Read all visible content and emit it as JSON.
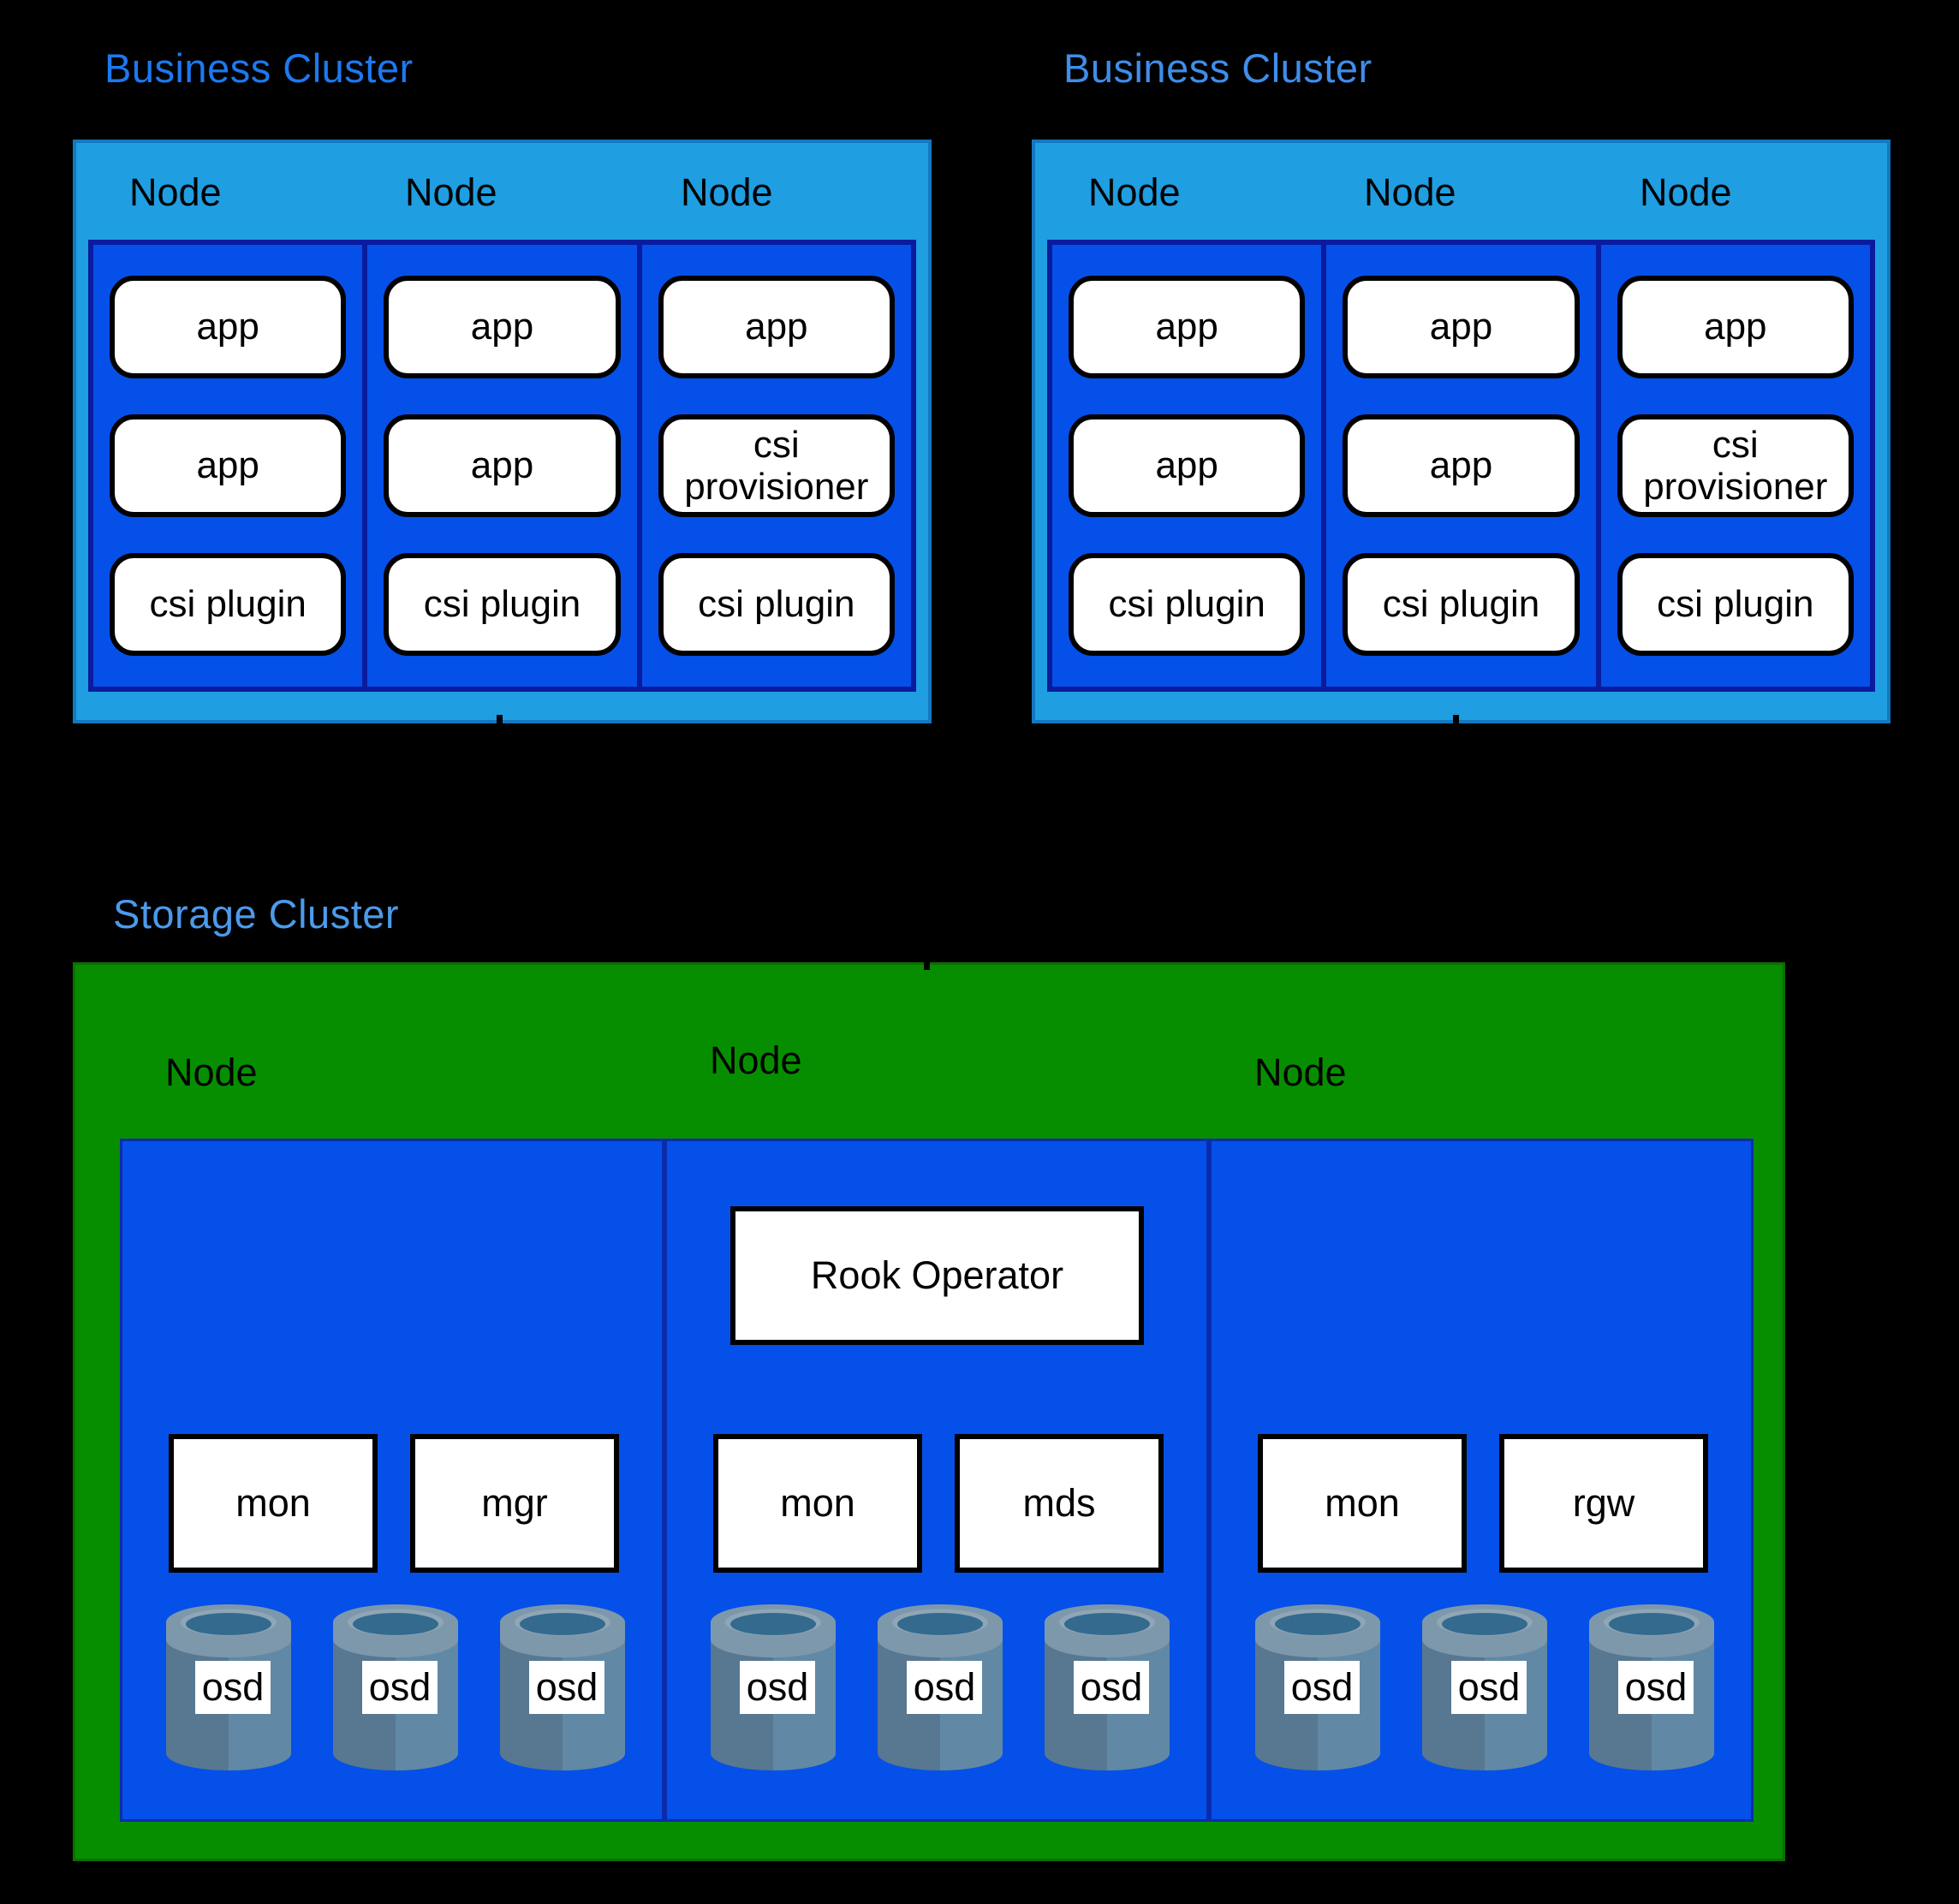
{
  "business_clusters": {
    "bc1": {
      "title": "Business Cluster",
      "nodes": [
        {
          "label": "Node",
          "pods": [
            "app",
            "app",
            "csi plugin"
          ]
        },
        {
          "label": "Node",
          "pods": [
            "app",
            "app",
            "csi plugin"
          ]
        },
        {
          "label": "Node",
          "pods": [
            "app",
            "csi provisioner",
            "csi plugin"
          ]
        }
      ]
    },
    "bc2": {
      "title": "Business Cluster",
      "nodes": [
        {
          "label": "Node",
          "pods": [
            "app",
            "app",
            "csi plugin"
          ]
        },
        {
          "label": "Node",
          "pods": [
            "app",
            "app",
            "csi plugin"
          ]
        },
        {
          "label": "Node",
          "pods": [
            "app",
            "csi provisioner",
            "csi plugin"
          ]
        }
      ]
    }
  },
  "storage_cluster": {
    "title": "Storage Cluster",
    "nodes": [
      {
        "label": "Node",
        "operator": "",
        "daemons": [
          "mon",
          "mgr"
        ],
        "osds": [
          "osd",
          "osd",
          "osd"
        ]
      },
      {
        "label": "Node",
        "operator": "Rook Operator",
        "daemons": [
          "mon",
          "mds"
        ],
        "osds": [
          "osd",
          "osd",
          "osd"
        ]
      },
      {
        "label": "Node",
        "operator": "",
        "daemons": [
          "mon",
          "rgw"
        ],
        "osds": [
          "osd",
          "osd",
          "osd"
        ]
      }
    ]
  },
  "colors": {
    "background": "#000000",
    "business_cluster_fill": "#1F9EE1",
    "business_cluster_border": "#1478BE",
    "node_area_fill": "#0550E8",
    "node_area_border": "#0A1B9E",
    "storage_cluster_fill": "#078E00",
    "storage_inner_border": "#0A2CAC",
    "title1_color": "#1C79F0",
    "title2_color": "#3F8DE9",
    "storage_title_color": "#4C9AEB",
    "pod_fill": "#FFFFFF",
    "osd_cylinder_rim": "#7E98AB",
    "osd_cylinder_hole": "#336A8E",
    "osd_cylinder_body_left": "#587891",
    "osd_cylinder_body_right": "#6189A5"
  }
}
